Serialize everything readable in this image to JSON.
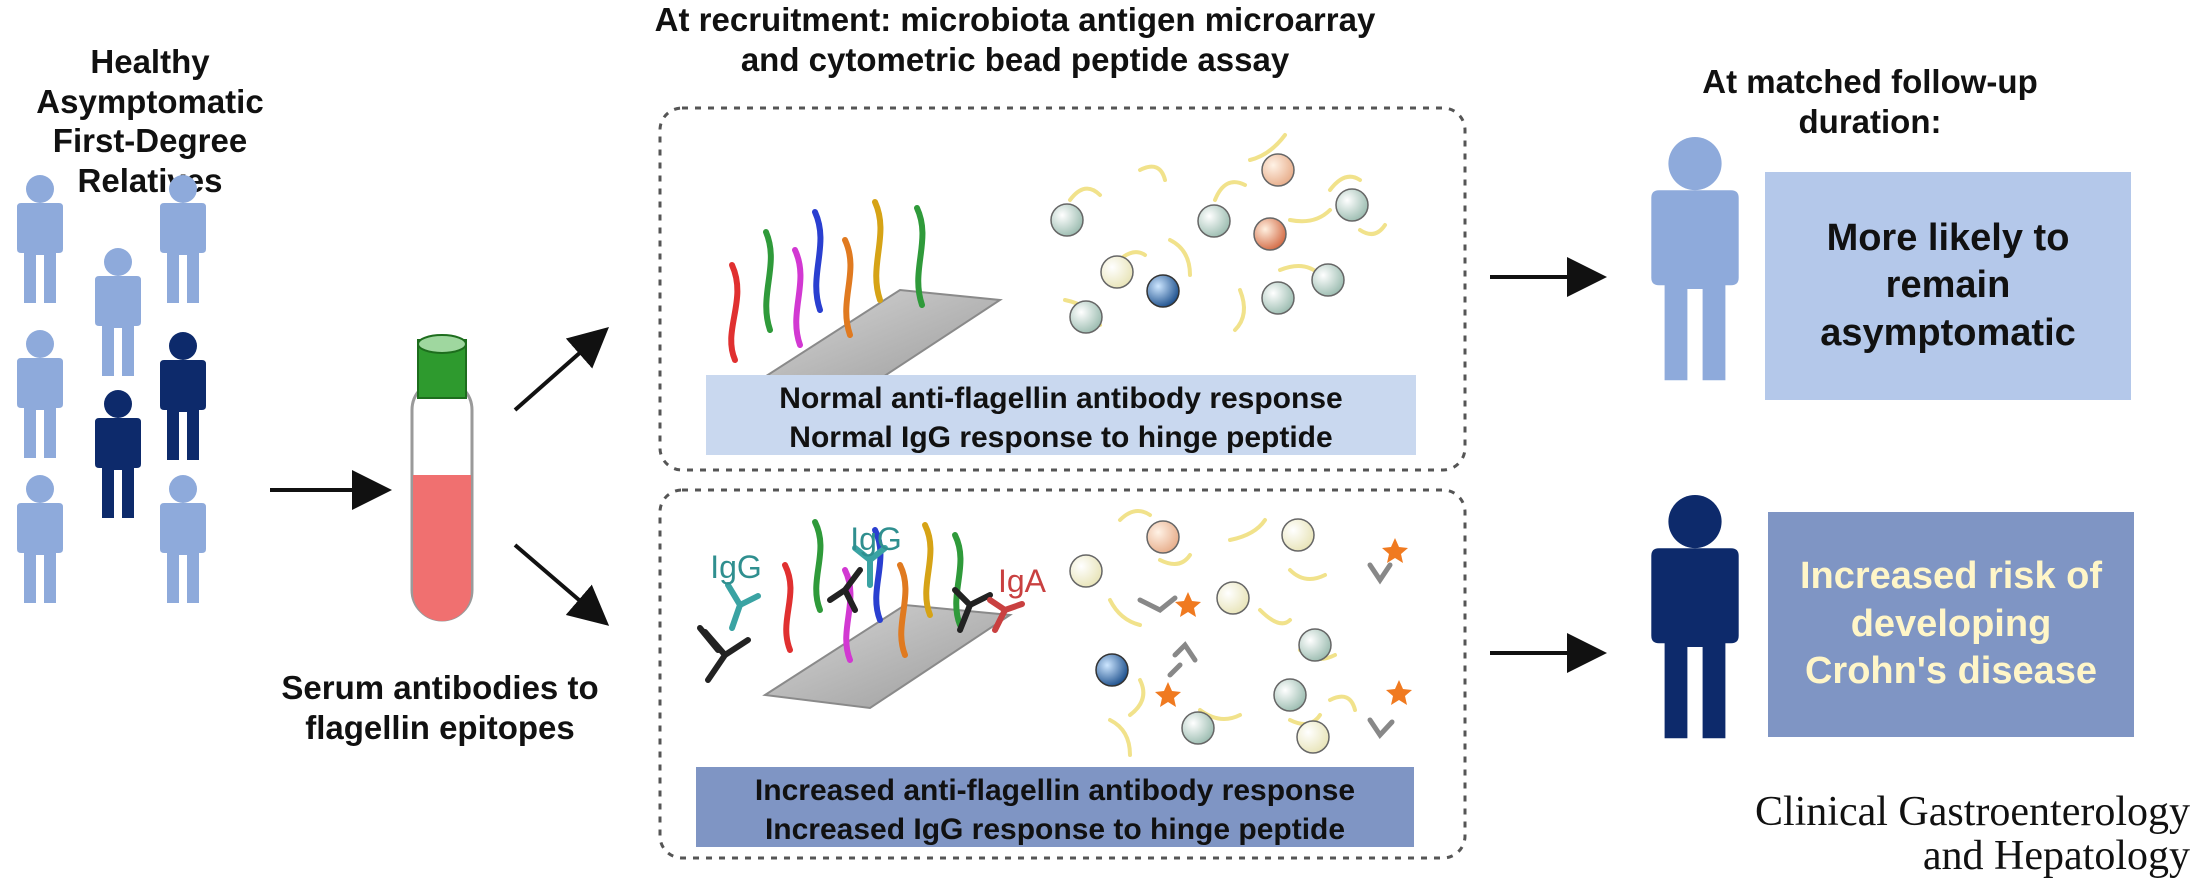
{
  "left": {
    "title_line1": "Healthy Asymptomatic",
    "title_line2": "First-Degree Relatives"
  },
  "middle": {
    "header_line1": "At recruitment: microbiota antigen microarray",
    "header_line2": "and cytometric bead peptide assay",
    "serum_line1": "Serum antibodies to",
    "serum_line2": "flagellin epitopes",
    "top_banner_line1": "Normal anti-flagellin antibody response",
    "top_banner_line2": "Normal IgG response to hinge peptide",
    "bottom_banner_line1": "Increased anti-flagellin antibody response",
    "bottom_banner_line2": "Increased IgG response to hinge peptide",
    "label_igg_1": "IgG",
    "label_igg_2": "IgG",
    "label_iga": "IgA"
  },
  "right": {
    "header_line1": "At matched follow-up",
    "header_line2": "duration:",
    "outcome_top_line1": "More likely to",
    "outcome_top_line2": "remain",
    "outcome_top_line3": "asymptomatic",
    "outcome_bottom_line1": "Increased risk of",
    "outcome_bottom_line2": "developing",
    "outcome_bottom_line3": "Crohn's disease"
  },
  "journal": {
    "line1": "Clinical Gastroenterology",
    "line2": "and Hepatology"
  },
  "colors": {
    "light_person": "#8eaadb",
    "dark_person": "#0d2a6b",
    "top_banner": "#c9d8ef",
    "bottom_banner": "#7f95c4",
    "outcome_top": "#b4c8ea",
    "outcome_bottom": "#7f95c4",
    "tube_cap": "#2e9a2e",
    "tube_serum": "#f07070"
  }
}
